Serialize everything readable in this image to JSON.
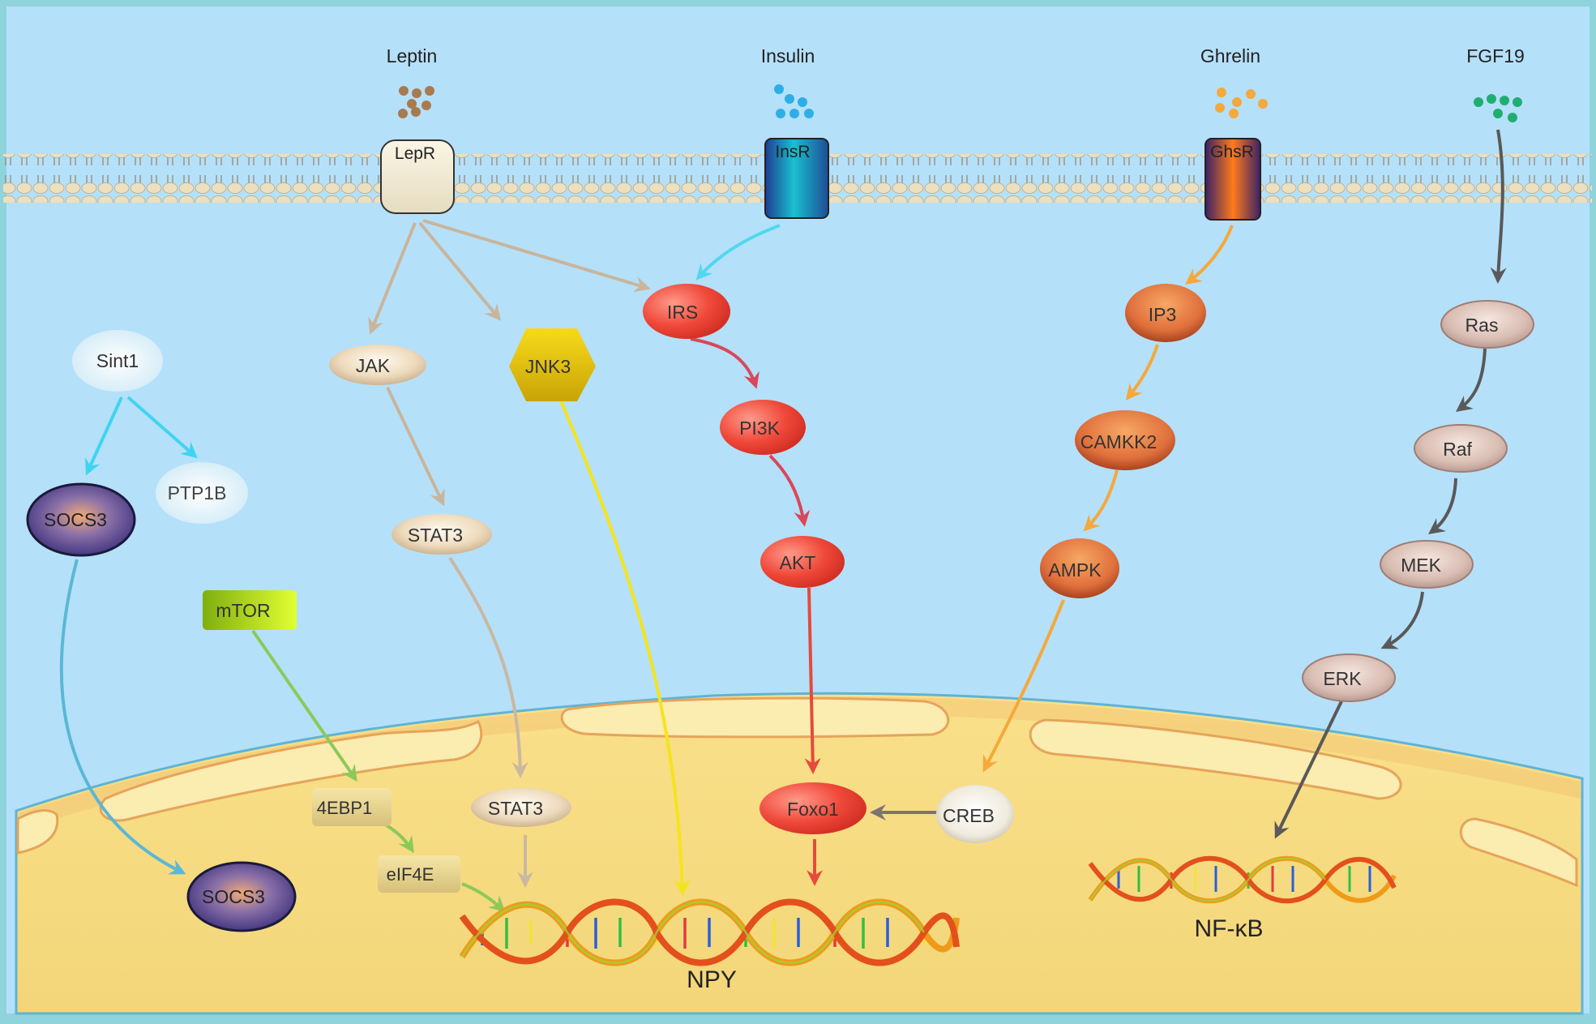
{
  "ligands": {
    "leptin": "Leptin",
    "insulin": "Insulin",
    "ghrelin": "Ghrelin",
    "fgf19": "FGF19"
  },
  "receptors": {
    "lepr": "LepR",
    "insr": "InsR",
    "ghsr": "GhsR"
  },
  "nodes": {
    "sint1": "Sint1",
    "socs3_cyto": "SOCS3",
    "ptp1b": "PTP1B",
    "jak": "JAK",
    "stat3_cyto": "STAT3",
    "jnk3": "JNK3",
    "irs": "IRS",
    "pi3k": "PI3K",
    "akt": "AKT",
    "ip3": "IP3",
    "camkk2": "CAMKK2",
    "ampk": "AMPK",
    "ras": "Ras",
    "raf": "Raf",
    "mek": "MEK",
    "erk": "ERK",
    "mtor": "mTOR",
    "4ebp1": "4EBP1",
    "eif4e": "eIF4E",
    "stat3_nuc": "STAT3",
    "foxo1": "Foxo1",
    "creb": "CREB",
    "socs3_nuc": "SOCS3"
  },
  "genes": {
    "npy": "NPY",
    "nfkb": "NF-κB"
  },
  "colors": {
    "cytoplasm": "#b5e0fa",
    "nucleus": "#f6dd80",
    "leptin_path": "#c8b59c",
    "insulin_path": "#e4434d",
    "ghrelin_path": "#f4a93a",
    "fgf19_path": "#595959",
    "sint1_path": "#3fd4f0",
    "jnk3_path": "#f0e020",
    "mtor_path": "#8cc95a"
  }
}
